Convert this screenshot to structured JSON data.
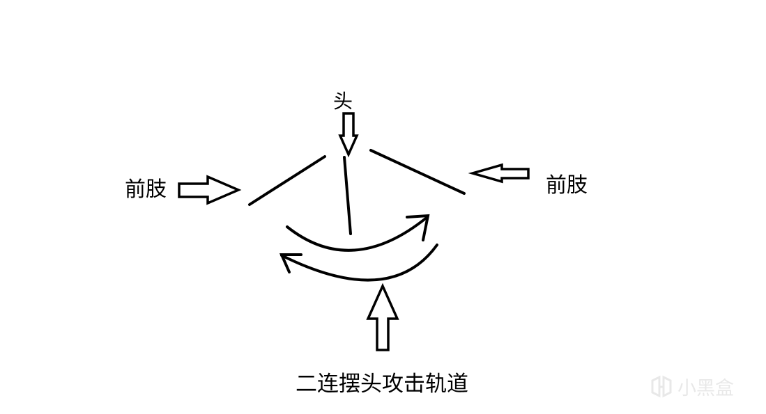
{
  "labels": {
    "head": "头",
    "forelimb_left": "前肢",
    "forelimb_right": "前肢",
    "caption": "二连摆头攻击轨道"
  },
  "watermark": {
    "text": "小黑盒"
  },
  "colors": {
    "ink": "#000000",
    "background": "#ffffff",
    "watermark": "#e8e8e8"
  }
}
